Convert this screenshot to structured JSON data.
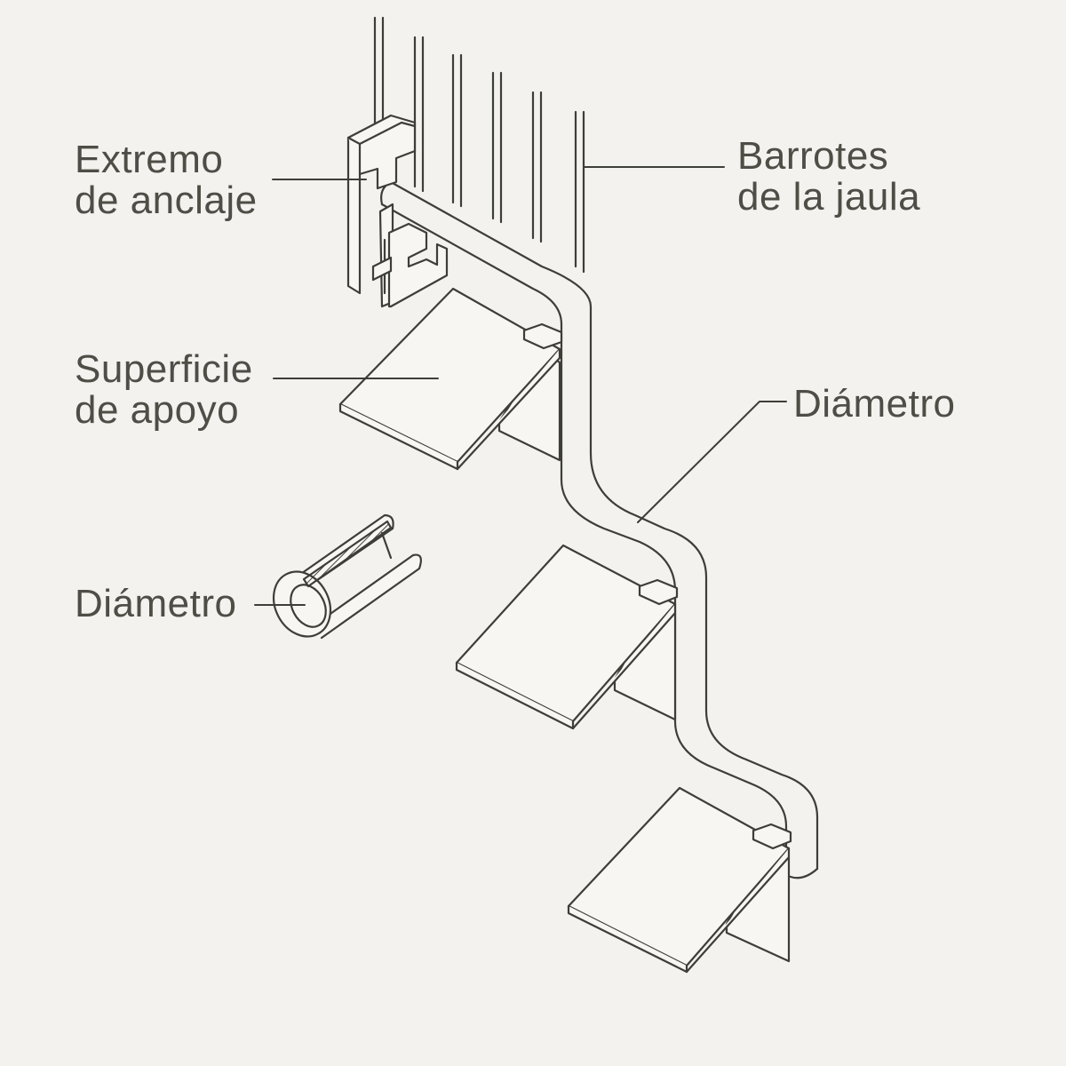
{
  "labels": {
    "anchor_end": [
      "Extremo",
      "de anclaje"
    ],
    "cage_bars": [
      "Barrotes",
      "de la jaula"
    ],
    "support_surface": [
      "Superficie",
      "de apoyo"
    ],
    "diameter_main": "Diámetro",
    "diameter_section": "Diámetro"
  },
  "colors": {
    "background": "#f3f2ee",
    "line": "#3e3e38",
    "fill": "#f7f6f2",
    "text": "#4e4e47"
  }
}
